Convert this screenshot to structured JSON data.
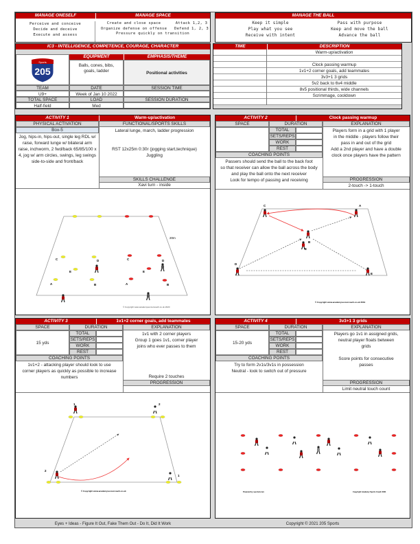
{
  "top": {
    "oneself": {
      "title": "MANAGE ONESELF",
      "lines": [
        "Perceive and conceive",
        "Decide and deceive",
        "Execute and assess"
      ]
    },
    "space": {
      "title": "MANAGE SPACE",
      "left": [
        "Create and close space",
        "Organize defense on offense"
      ],
      "right": [
        "Attack 1,2, 3",
        "Defend 1, 2, 3"
      ],
      "bottom": "Pressure quickly on transition"
    },
    "ball": {
      "title": "MANAGE THE BALL",
      "left": [
        "Keep it simple",
        "Play what you see",
        "Receive with intent"
      ],
      "right": [
        "Pass with purpose",
        "Keep and move the ball",
        "Advance the ball"
      ]
    }
  },
  "session": {
    "title": "IC3 - INTELLIGENCE, COMPETENCE, COURAGE, CHARACTER",
    "logo_text": "205",
    "logo_banner": "Sports",
    "equipment_label": "EQUIPMENT",
    "equipment": "Balls, cones, bibs, goals, ladder",
    "emphasis_label": "EMPHASIS/THEME",
    "emphasis": "Positional activities",
    "team_label": "TEAM",
    "team": "U9+",
    "date_label": "DATE",
    "date": "Week of Jan 10 2022",
    "session_time_label": "SESSION TIME",
    "session_time": "",
    "space_label": "TOTAL SPACE",
    "space": "Half-field",
    "load_label": "LOAD",
    "load": "Med",
    "duration_label": "SESSION DURATION",
    "duration": ""
  },
  "schedule": {
    "time_label": "TIME",
    "desc_label": "DESCRIPTION",
    "rows": [
      "Warm-up/activation",
      "",
      "Clock passing warmup",
      "1v1+2 corner goals, add teammates",
      "3v3+1 3 grids",
      "5v2 back to 6v4 middle",
      "8v5 positional thirds, wide channels",
      "Scrimmage, cooldown",
      ""
    ]
  },
  "activity1": {
    "label": "ACTIVITY 1",
    "title": "Warm-up/activation",
    "physical_label": "PHYSICAL ACTIVATION",
    "box": "Box-5",
    "physical": "Jog, hips-in, hips-out, single leg RDL w/ raise, forward lunge w/ bilateral arm raise, inchworm, 2 fwd/back 65/85/100 x 4, jog w/ arm circles, swings, leg swings side-to-side and front/back",
    "functional_label": "FUNCTIONAL/SPORTS SKILLS",
    "functional_1": "Lateral lunge, march, ladder progression",
    "functional_2": "RST 12x25m 0:30r (jogging start,technique)",
    "functional_3": "Juggling",
    "skills_label": "SKILLS CHALLENGE",
    "skills": "Xavi turn - inside",
    "diagram": {
      "distance": "20m",
      "copyright": "© Copyright www.academysoccercoach.co.uk 2020",
      "letters": [
        "A",
        "B",
        "C",
        "D",
        "E"
      ]
    }
  },
  "activities": [
    {
      "label": "ACTIVITY 2",
      "title": "Clock passing warmup",
      "space": "",
      "explanation": [
        "Players form in a grid with 1 player",
        "in the middle - players follow their",
        "pass in and out of the grid",
        "Add a 2nd player and have a double",
        "clock once players have the pattern"
      ],
      "explanation_note": "",
      "coaching": [
        "Passers should send the ball to the back foot",
        "so that receiver can allow the ball across the body",
        "and play the ball onto the next receiver",
        "Look for tempo of passing and receiving"
      ],
      "progression": "2-touch -> 1-touch",
      "diagram": {
        "letters": [
          "A",
          "B",
          "C",
          "D",
          "E",
          "F"
        ],
        "copyright": "© Copyright www.academysoccercoach.co.uk 2019"
      }
    },
    {
      "label": "ACTIVITY 3",
      "title": "1v1+2 corner goals, add teammates",
      "space": "15 yds",
      "explanation": [
        "1v1 with 2 corner players",
        "Group 1 goes 1v1, corner player",
        "joins who ever passes to them"
      ],
      "explanation_note": "Require 2 touches",
      "coaching": [
        "1v1+2 - attacking player should look to use",
        "corner players as quickly as possible to increase",
        "numbers"
      ],
      "progression": "",
      "diagram": {
        "letters": [
          "1",
          "2",
          "2",
          "1"
        ],
        "copyright": "© Copyright www.academysoccercoach.co.uk"
      }
    },
    {
      "label": "ACTIVITY 4",
      "title": "3v3+1 3 grids",
      "space": "15-20 yds",
      "explanation": [
        "Players go 1v1 in assigned grids,",
        "neutral player floats between",
        "grids",
        "",
        "Score points for consecutive",
        "passes"
      ],
      "explanation_note": "",
      "coaching": [
        "Try to form 2v1s/3v1s in possession",
        "Neutral - look to switch out of pressure"
      ],
      "progression": "Limit neutral touch count",
      "diagram": {
        "letters": [],
        "copyright": "Copyright Academy Sports Coach 2021",
        "powered": "Powered by sportsd.com"
      }
    }
  ],
  "labels": {
    "space": "SPACE",
    "duration": "DURATION",
    "explanation": "EXPLANATION",
    "total": "TOTAL",
    "sets": "SETS/REPS",
    "work": "WORK",
    "rest": "REST",
    "coaching": "COACHING POINTS",
    "progression": "PROGRESSION"
  },
  "footer": {
    "left": "Eyes + Ideas - Figure It Out, Fake Them Out - Do It, Did It Work",
    "right": "Copyright © 2021  205 Sports"
  },
  "colors": {
    "accent": "#c00000",
    "gray": "#d9d9d9",
    "light_blue": "#dce6f1"
  }
}
